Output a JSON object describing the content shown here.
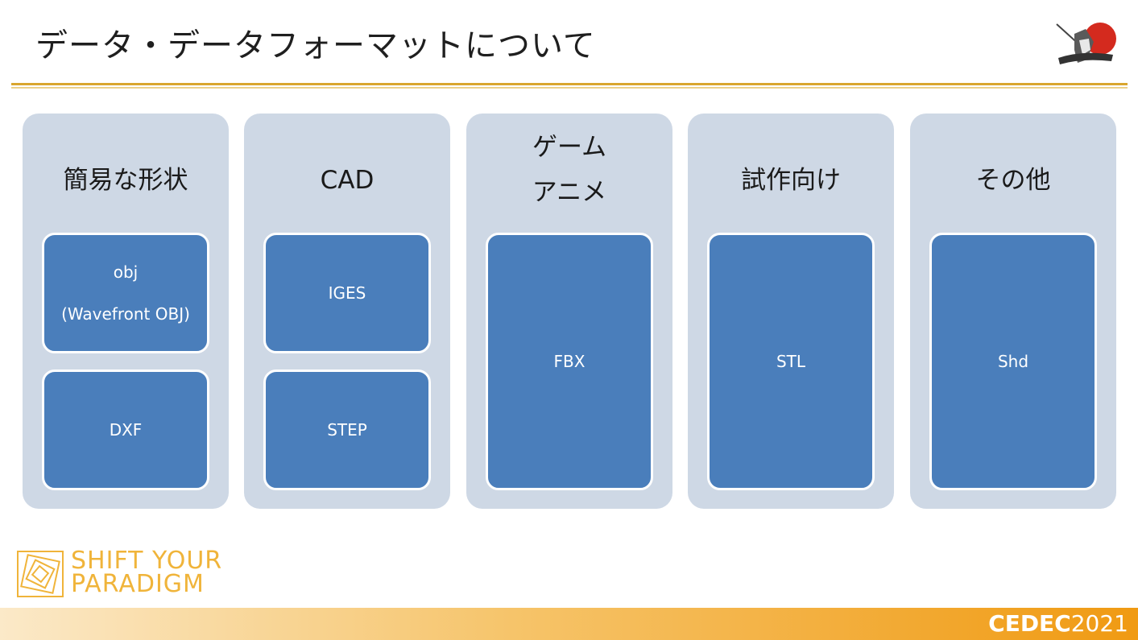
{
  "slide": {
    "title": "データ・データフォーマットについて"
  },
  "columns": [
    {
      "heading": [
        "簡易な形状"
      ],
      "boxes": [
        {
          "lines": [
            "obj",
            "(Wavefront OBJ)"
          ]
        },
        {
          "lines": [
            "DXF"
          ]
        }
      ]
    },
    {
      "heading": [
        "CAD"
      ],
      "boxes": [
        {
          "lines": [
            "IGES"
          ]
        },
        {
          "lines": [
            "STEP"
          ]
        }
      ]
    },
    {
      "heading": [
        "ゲーム",
        "アニメ"
      ],
      "boxes": [
        {
          "lines": [
            "FBX"
          ]
        }
      ]
    },
    {
      "heading": [
        "試作向け"
      ],
      "boxes": [
        {
          "lines": [
            "STL"
          ]
        }
      ]
    },
    {
      "heading": [
        "その他"
      ],
      "boxes": [
        {
          "lines": [
            "Shd"
          ]
        }
      ]
    }
  ],
  "footer": {
    "tagline_line1": "SHIFT YOUR",
    "tagline_line2": "PARADIGM",
    "event_bold": "CEDEC",
    "event_year": "2021"
  },
  "colors": {
    "accent_gold": "#d9a62e",
    "column_bg": "#ced8e5",
    "box_fill": "#4a7ebb",
    "footer_orange": "#f09a12"
  }
}
